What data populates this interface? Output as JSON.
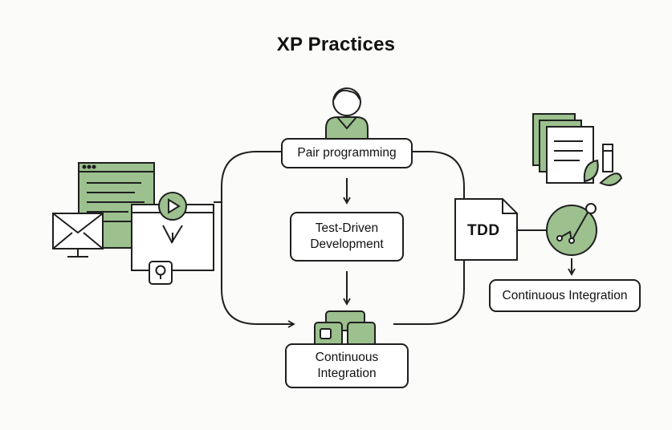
{
  "title": "XP Practices",
  "nodes": {
    "pair": "Pair programming",
    "tdd_line1": "Test-Driven",
    "tdd_line2": "Development",
    "ci_line1": "Continuous",
    "ci_line2": "Integration",
    "doc": "TDD",
    "ci_right": "Continuous Integration"
  },
  "icons": [
    "person-icon",
    "monitor-play-icon",
    "envelope-icon",
    "window-icon",
    "lightbulb-icon",
    "documents-pencil-icon",
    "chart-line-icon",
    "blocks-icon"
  ],
  "colors": {
    "accent": "#9cc08e",
    "accent_dark": "#6e9a62",
    "stroke": "#1f1f1f"
  }
}
